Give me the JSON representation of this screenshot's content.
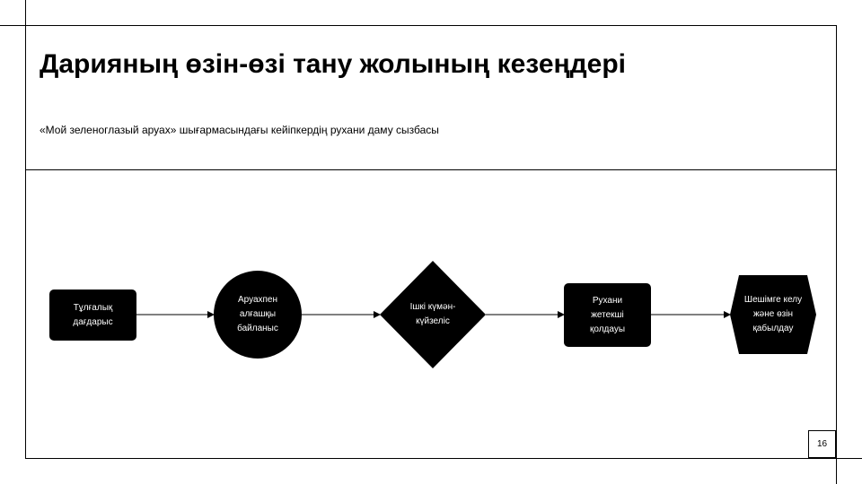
{
  "slide": {
    "title": "Дарияның өзін-өзі тану жолының кезеңдері",
    "subtitle": "«Мой зеленоглазый аруах» шығармасындағы кейіпкердің рухани даму сызбасы",
    "page_number": "16"
  },
  "flow": {
    "nodes": [
      {
        "id": "n1",
        "shape": "rounded-rectangle",
        "label": "Тұлғалық\nдағдарыс"
      },
      {
        "id": "n2",
        "shape": "circle",
        "label": "Аруахпен\nалғашқы\nбайланыс"
      },
      {
        "id": "n3",
        "shape": "diamond",
        "label": "Ішкі күмән-\nкүйзеліс"
      },
      {
        "id": "n4",
        "shape": "rounded-rectangle",
        "label": "Рухани\nжетекші\nқолдауы"
      },
      {
        "id": "n5",
        "shape": "hexagon",
        "label": "Шешімге келу\nжәне өзін\nқабылдау"
      }
    ],
    "edges": [
      {
        "from": "n1",
        "to": "n2"
      },
      {
        "from": "n2",
        "to": "n3"
      },
      {
        "from": "n3",
        "to": "n4"
      },
      {
        "from": "n4",
        "to": "n5"
      }
    ],
    "colors": {
      "node_fill": "#000000",
      "node_text": "#ffffff",
      "edge": "#000000"
    }
  }
}
